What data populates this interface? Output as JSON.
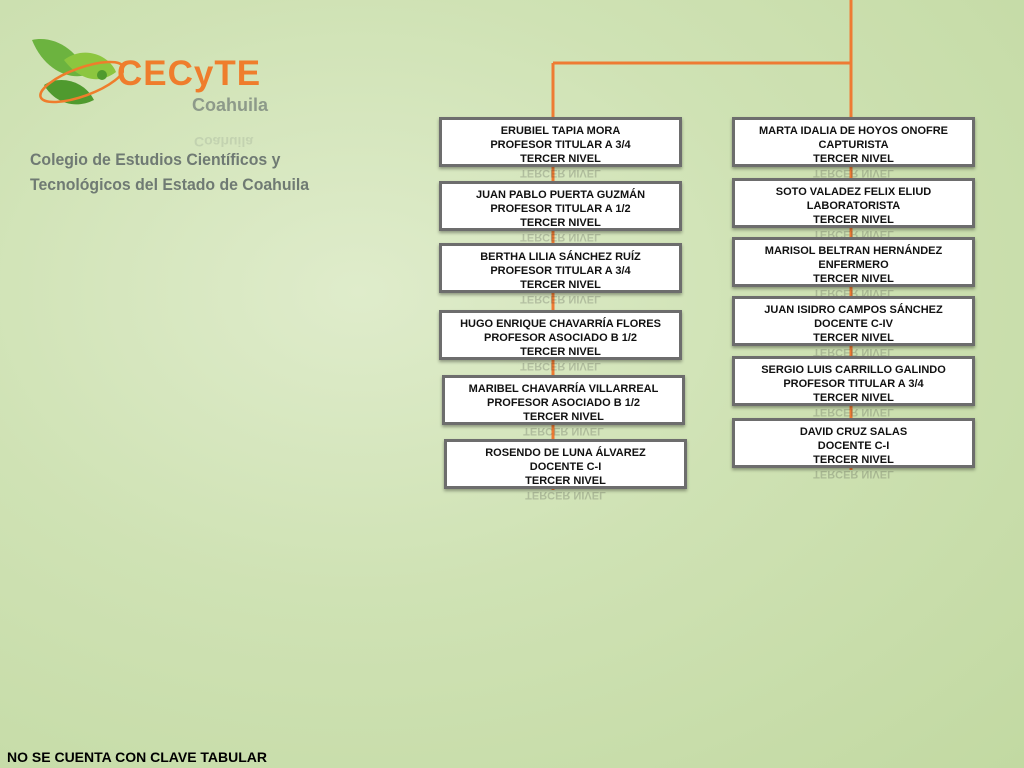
{
  "logo": {
    "brand": "CECyTE",
    "region": "Coahuila",
    "line1": "Colegio de Estudios Científicos y",
    "line2": "Tecnológicos del Estado de Coahuila",
    "colors": {
      "orange": "#ef7d2c",
      "green": "#6cb33f",
      "gray": "#8d9a8a"
    }
  },
  "connector_color": "#ee7b33",
  "columns": [
    {
      "nodes": [
        {
          "name": "ERUBIEL TAPIA MORA",
          "position": "PROFESOR TITULAR A 3/4",
          "level": "TERCER NIVEL"
        },
        {
          "name": "JUAN PABLO PUERTA GUZMÁN",
          "position": "PROFESOR TITULAR A 1/2",
          "level": "TERCER NIVEL"
        },
        {
          "name": "BERTHA LILIA SÁNCHEZ RUÍZ",
          "position": "PROFESOR TITULAR A 3/4",
          "level": "TERCER NIVEL"
        },
        {
          "name": "HUGO ENRIQUE CHAVARRÍA FLORES",
          "position": "PROFESOR ASOCIADO B 1/2",
          "level": "TERCER NIVEL"
        },
        {
          "name": "MARIBEL CHAVARRÍA VILLARREAL",
          "position": "PROFESOR ASOCIADO  B  1/2",
          "level": "TERCER NIVEL"
        },
        {
          "name": "ROSENDO DE LUNA ÁLVAREZ",
          "position": "DOCENTE C-I",
          "level": "TERCER NIVEL"
        }
      ]
    },
    {
      "nodes": [
        {
          "name": "MARTA IDALIA DE HOYOS ONOFRE",
          "position": "CAPTURISTA",
          "level": "TERCER NIVEL"
        },
        {
          "name": "SOTO VALADEZ FELIX ELIUD",
          "position": "LABORATORISTA",
          "level": "TERCER NIVEL"
        },
        {
          "name": "MARISOL BELTRAN HERNÁNDEZ",
          "position": "ENFERMERO",
          "level": "TERCER NIVEL"
        },
        {
          "name": "JUAN ISIDRO CAMPOS SÁNCHEZ",
          "position": "DOCENTE C-IV",
          "level": "TERCER NIVEL"
        },
        {
          "name": "SERGIO LUIS CARRILLO GALINDO",
          "position": "PROFESOR TITULAR A 3/4",
          "level": "TERCER NIVEL"
        },
        {
          "name": "DAVID CRUZ SALAS",
          "position": "DOCENTE C-I",
          "level": "TERCER NIVEL"
        }
      ]
    }
  ],
  "footer": "NO SE CUENTA CON CLAVE TABULAR"
}
